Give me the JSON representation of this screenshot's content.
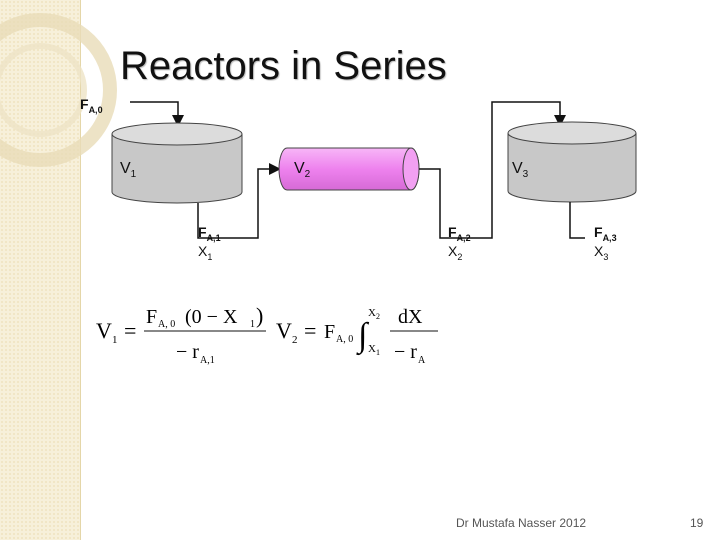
{
  "slide": {
    "title": "Reactors in Series",
    "footer": "Dr Mustafa Nasser 2012",
    "page_number": "19"
  },
  "diagram": {
    "feed": {
      "symbol": "F",
      "sub": "A,0"
    },
    "reactor1": {
      "symbol": "V",
      "sub": "1"
    },
    "reactor2": {
      "symbol": "V",
      "sub": "2"
    },
    "reactor3": {
      "symbol": "V",
      "sub": "3"
    },
    "stream1": {
      "f_symbol": "F",
      "f_sub": "A,1",
      "x_symbol": "X",
      "x_sub": "1"
    },
    "stream2": {
      "f_symbol": "F",
      "f_sub": "A,2",
      "x_symbol": "X",
      "x_sub": "2"
    },
    "stream3": {
      "f_symbol": "F",
      "f_sub": "A,3",
      "x_symbol": "X",
      "x_sub": "3"
    },
    "colors": {
      "cstr_fill": "#c8c8c8",
      "pfr_fill": "#ee82ee"
    }
  },
  "equations": {
    "eq1": {
      "lhs": "V",
      "lhs_sub": "1",
      "equals": "=",
      "num_F": "F",
      "num_F_sub": "A, 0",
      "num_paren": "(0 − X",
      "num_x_sub": "1",
      "num_close": ")",
      "den": "− r",
      "den_sub": "A,1"
    },
    "eq2": {
      "lhs": "V",
      "lhs_sub": "2",
      "equals": "=",
      "F": "F",
      "F_sub": "A, 0",
      "integral": "∫",
      "upper": "X",
      "upper_sub": "2",
      "lower": "X",
      "lower_sub": "1",
      "num": "dX",
      "den": "− r",
      "den_sub": "A"
    }
  }
}
